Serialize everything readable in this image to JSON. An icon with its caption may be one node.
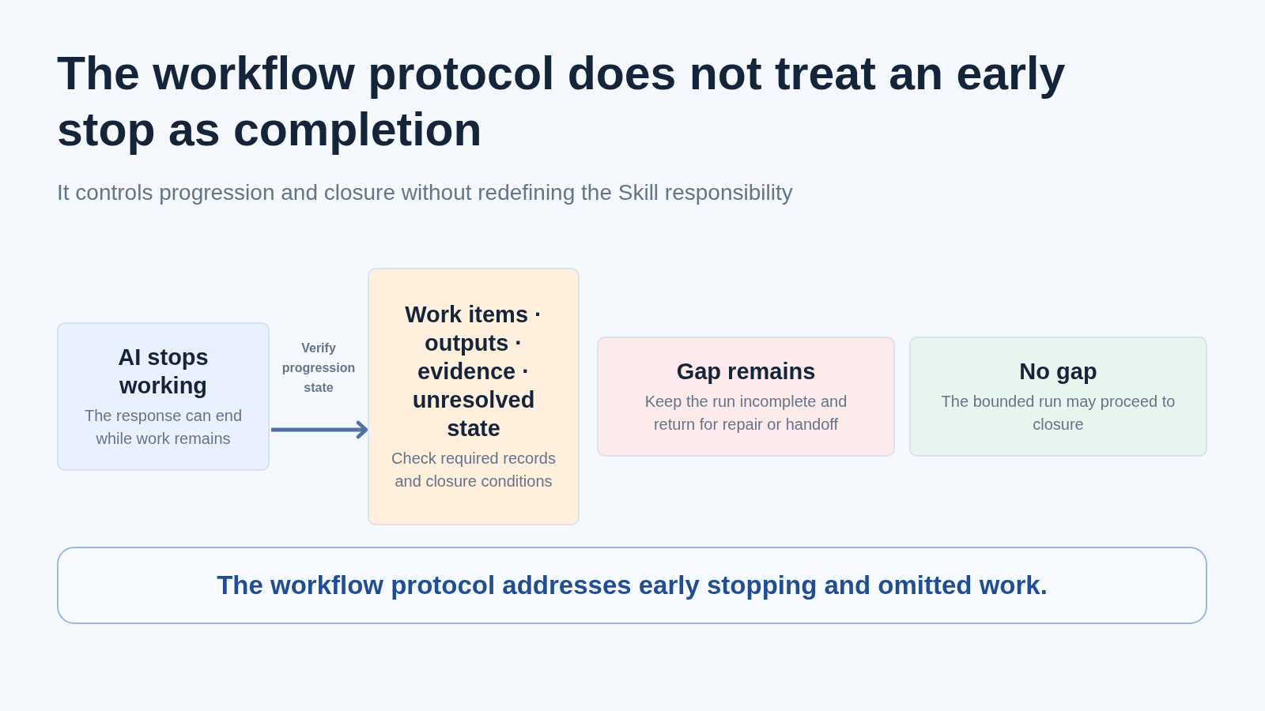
{
  "diagram": {
    "title": "The workflow protocol does not treat an early stop as completion",
    "nodes": [
      {
        "text": [
          "AI stops working",
          "The response can end while work remains"
        ]
      },
      {
        "text": [
          "Work items · outputs · evidence · unresolved state",
          "Check required records and closure conditions"
        ]
      },
      {
        "text": [
          "Gap remains",
          "Keep the run incomplete and return for repair or handoff"
        ]
      },
      {
        "text": [
          "No gap",
          "The bounded run may proceed to closure"
        ]
      },
      {
        "text": [
          "The workflow protocol addresses early stopping and omitted work."
        ]
      }
    ],
    "edges": [
      {
        "from": 0,
        "to": 1,
        "arrow": "to",
        "label": "Verify progression state"
      }
    ],
    "labels": [
      "It controls progression and closure without redefining the Skill responsibility"
    ]
  }
}
